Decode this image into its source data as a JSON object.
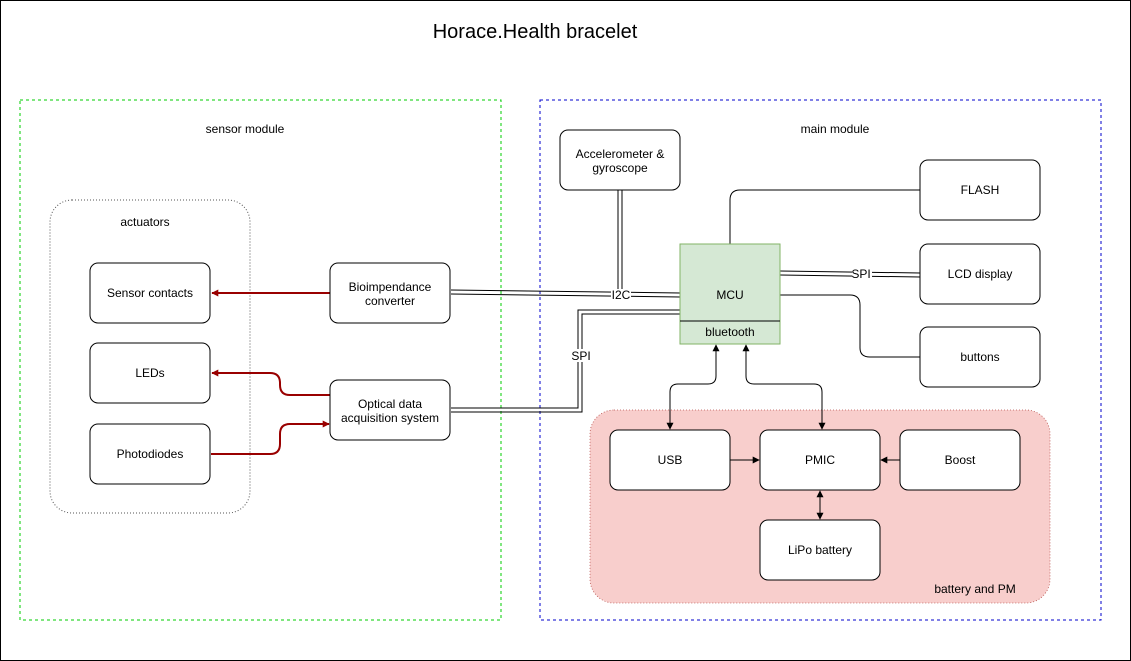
{
  "title": "Horace.Health bracelet",
  "groups": {
    "sensor_module": "sensor module",
    "main_module": "main module",
    "actuators": "actuators",
    "battery_pm": "battery and PM"
  },
  "nodes": {
    "sensor_contacts": "Sensor contacts",
    "leds": "LEDs",
    "photodiodes": "Photodiodes",
    "bioimpedance_line1": "Bioimpendance",
    "bioimpedance_line2": "converter",
    "optical_line1": "Optical data",
    "optical_line2": "acquisition system",
    "accel_line1": "Accelerometer &",
    "accel_line2": "gyroscope",
    "mcu": "MCU",
    "bluetooth": "bluetooth",
    "flash": "FLASH",
    "lcd": "LCD display",
    "buttons": "buttons",
    "usb": "USB",
    "pmic": "PMIC",
    "boost": "Boost",
    "lipo": "LiPo battery"
  },
  "edge_labels": {
    "i2c": "I2C",
    "spi_lcd": "SPI",
    "spi_optical": "SPI"
  },
  "colors": {
    "sensor_border": "#00cc00",
    "main_border": "#0000cc",
    "mcu_fill": "#d5e8d4",
    "mcu_border": "#82b366",
    "pm_fill": "#f8cecc",
    "red_arrow": "#990000"
  }
}
